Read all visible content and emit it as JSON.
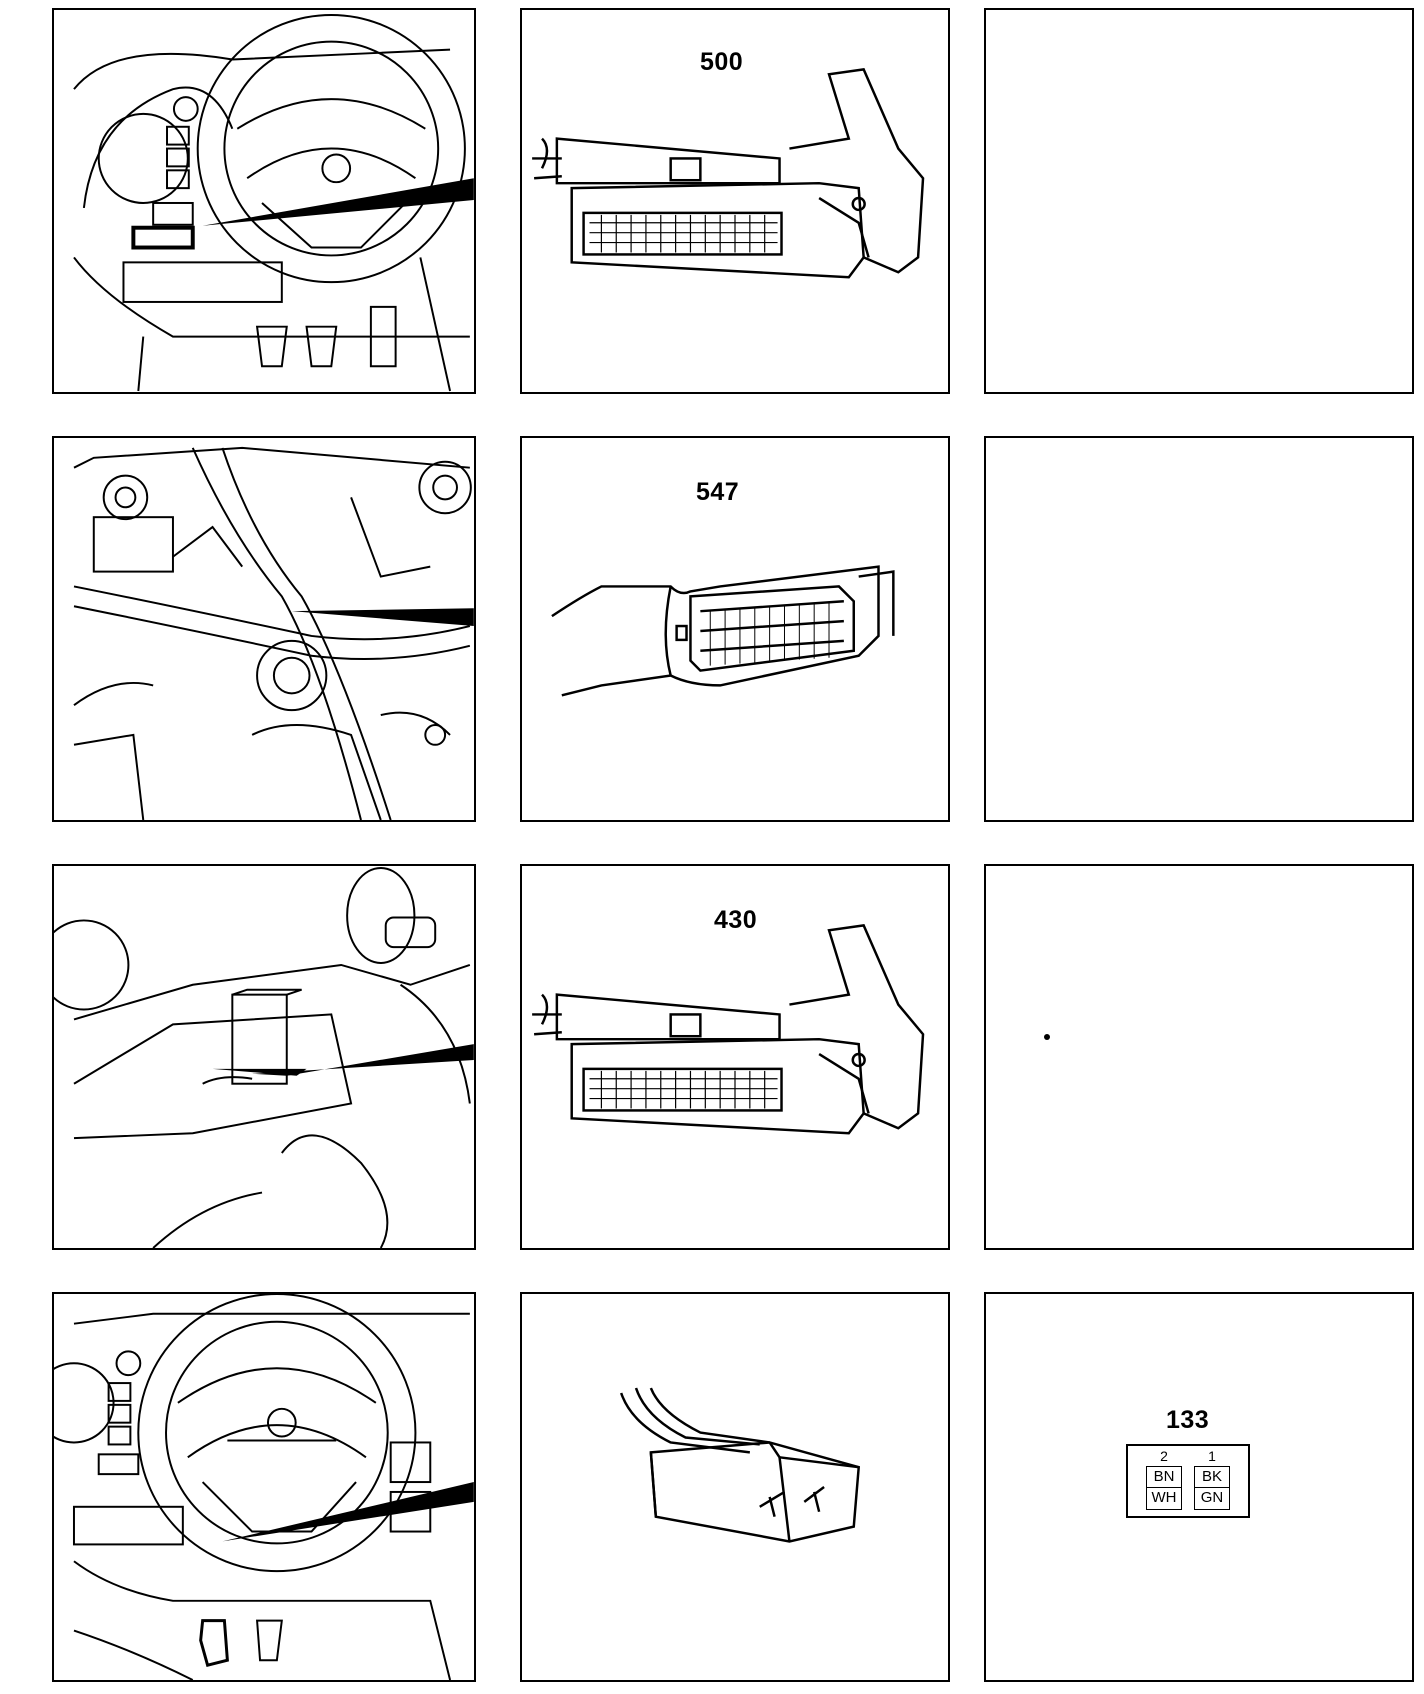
{
  "rows": [
    {
      "connector_code": "500"
    },
    {
      "connector_code": "547"
    },
    {
      "connector_code": "430"
    },
    {
      "connector_code": "133",
      "pinout": [
        {
          "pin": "2",
          "wire_top": "BN",
          "wire_bottom": "WH"
        },
        {
          "pin": "1",
          "wire_top": "BK",
          "wire_bottom": "GN"
        }
      ]
    }
  ]
}
